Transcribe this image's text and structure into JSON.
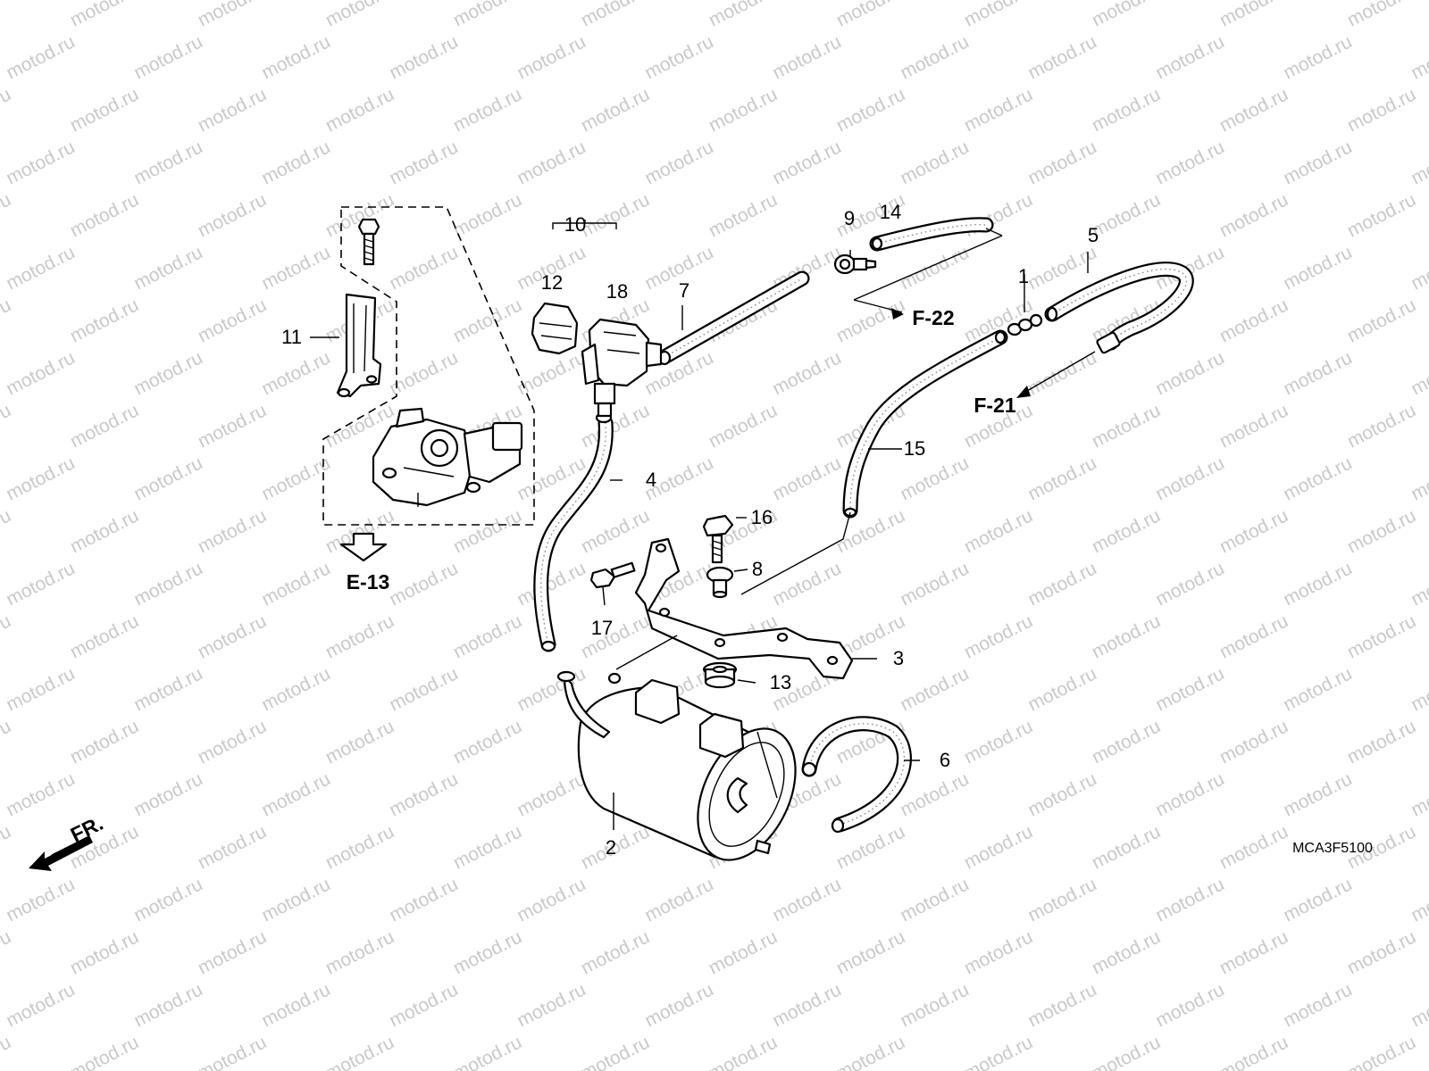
{
  "watermark": {
    "text": "motod.ru",
    "color": "#c9c9c9"
  },
  "diagram_code": "MCA3F5100",
  "direction_label": "FR.",
  "references": {
    "e13": "E-13",
    "f21": "F-21",
    "f22": "F-22"
  },
  "callouts": {
    "p1": "1",
    "p2": "2",
    "p3": "3",
    "p4": "4",
    "p5": "5",
    "p6": "6",
    "p7": "7",
    "p8": "8",
    "p9": "9",
    "p10": "10",
    "p11": "11",
    "p12": "12",
    "p13": "13",
    "p14": "14",
    "p15": "15",
    "p16": "16",
    "p17": "17",
    "p18": "18"
  }
}
